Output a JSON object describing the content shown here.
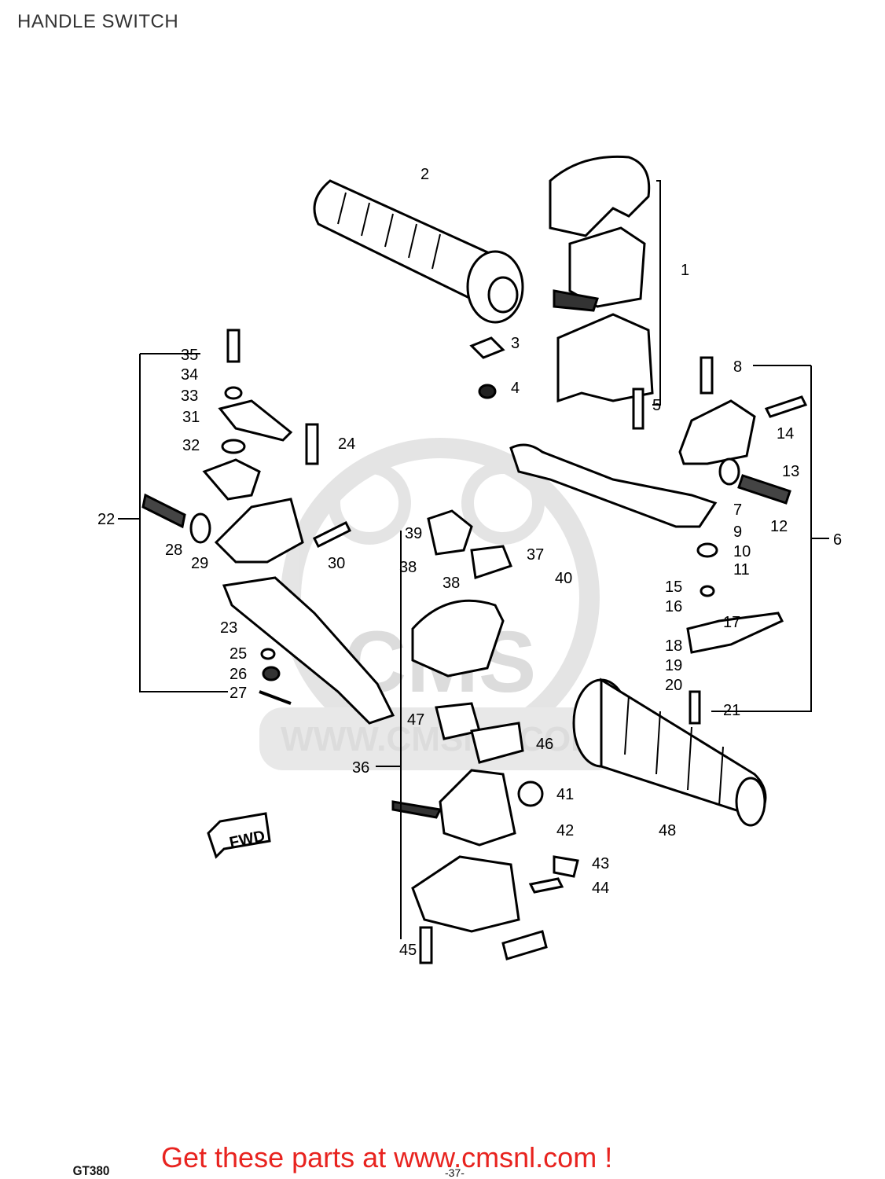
{
  "diagram": {
    "title": "HANDLE SWITCH",
    "model_code": "GT380",
    "page_number": "-37-",
    "direction_label": "FWD",
    "watermark": {
      "logo_text": "CMS",
      "url_text": "WWW.CMSNL.COM"
    },
    "part_numbers": [
      "1",
      "2",
      "3",
      "4",
      "5",
      "6",
      "7",
      "8",
      "9",
      "10",
      "11",
      "12",
      "13",
      "14",
      "15",
      "16",
      "17",
      "18",
      "19",
      "20",
      "21",
      "22",
      "23",
      "24",
      "25",
      "26",
      "27",
      "28",
      "29",
      "30",
      "31",
      "32",
      "33",
      "34",
      "35",
      "36",
      "37",
      "38",
      "38",
      "39",
      "40",
      "41",
      "42",
      "43",
      "44",
      "45",
      "46",
      "47",
      "48"
    ]
  },
  "footer": {
    "link_text": "Get these parts at www.cmsnl.com !",
    "link_color": "#e8231f"
  }
}
